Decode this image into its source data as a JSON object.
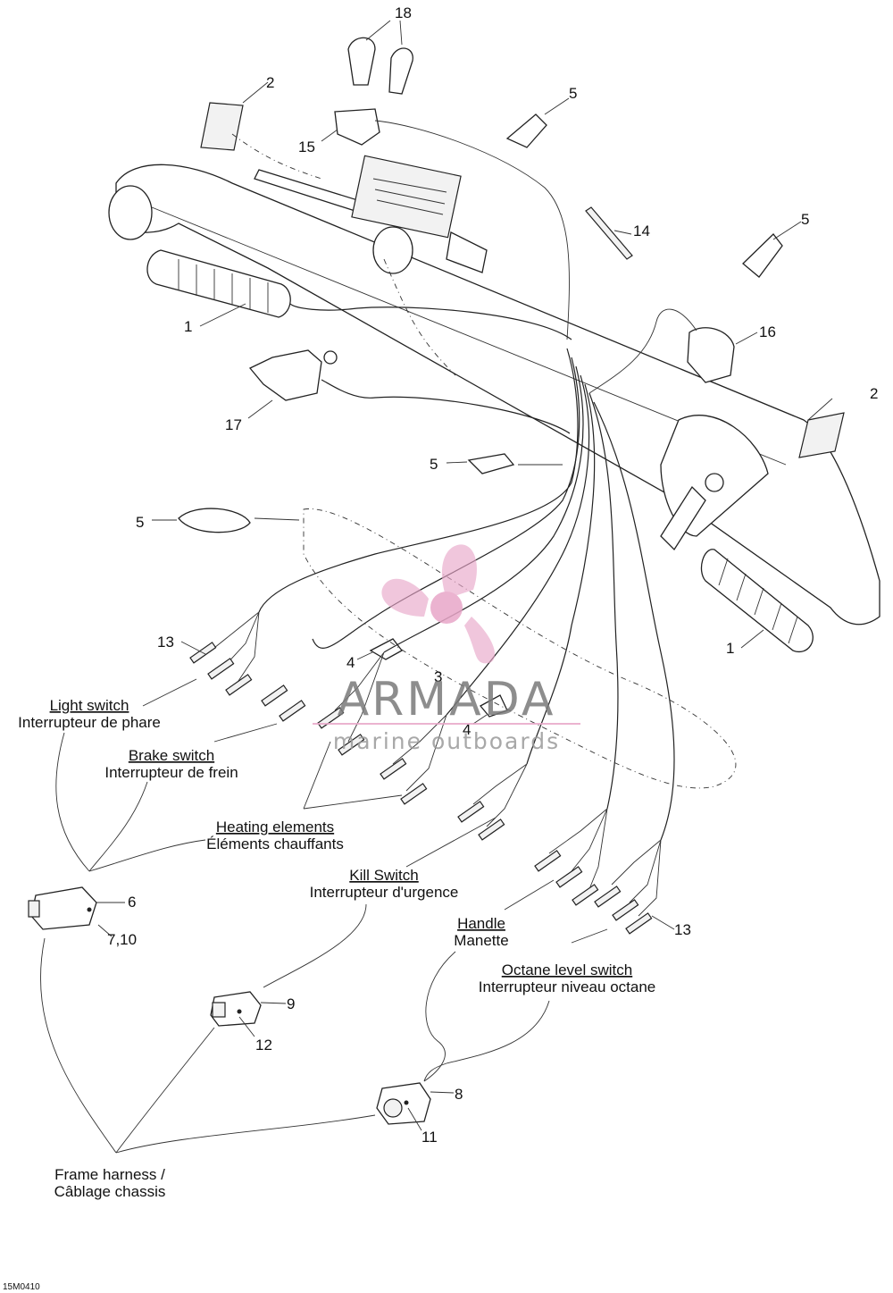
{
  "part_numbers": {
    "n1_left": "1",
    "n1_right": "1",
    "n2_top": "2",
    "n2_right": "2",
    "n3": "3",
    "n4_a": "4",
    "n4_b": "4",
    "n5_top": "5",
    "n5_right": "5",
    "n5_mid": "5",
    "n5_left": "5",
    "n6": "6",
    "n7_10": "7,10",
    "n8": "8",
    "n9": "9",
    "n11": "11",
    "n12": "12",
    "n13_left": "13",
    "n13_right": "13",
    "n14": "14",
    "n15": "15",
    "n16": "16",
    "n17": "17",
    "n18": "18"
  },
  "labels": {
    "light_switch_en": "Light switch",
    "light_switch_fr": "Interrupteur de phare",
    "brake_switch_en": "Brake switch",
    "brake_switch_fr": "Interrupteur de frein",
    "heating_en": "Heating elements",
    "heating_fr": "Éléments chauffants",
    "kill_en": "Kill Switch",
    "kill_fr": "Interrupteur d'urgence",
    "handle_en": "Handle",
    "handle_fr": "Manette",
    "octane_en": "Octane level switch",
    "octane_fr": "Interrupteur niveau octane",
    "frame_en": "Frame harness /",
    "frame_fr": "Câblage chassis"
  },
  "figure_code": "15M0410",
  "watermark": {
    "brand": "ARMADA",
    "tagline": "marine outboards",
    "color": "#e8a6c8"
  }
}
